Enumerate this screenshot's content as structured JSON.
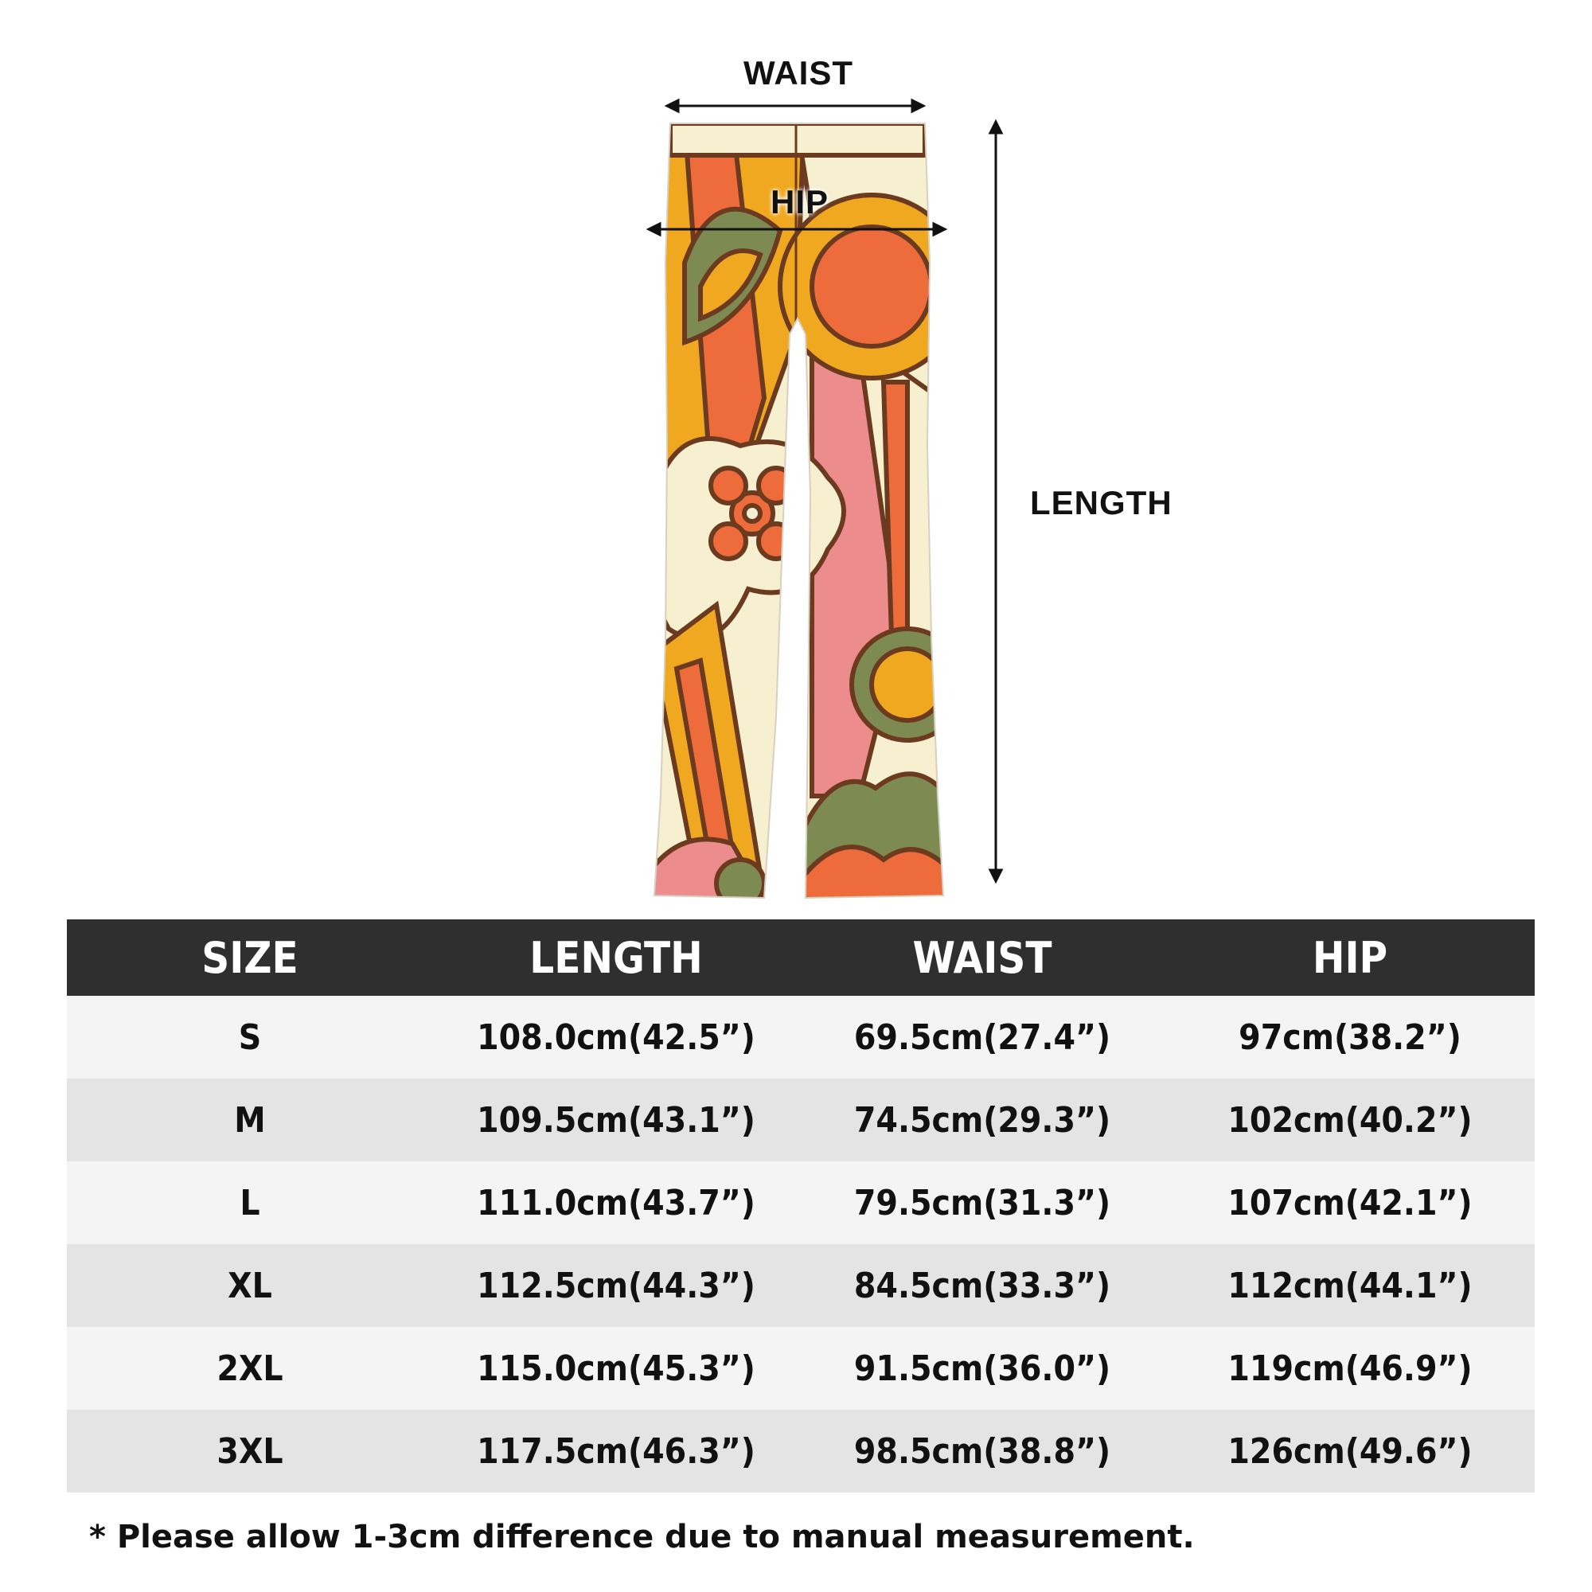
{
  "diagram": {
    "waist_label": "WAIST",
    "hip_label": "HIP",
    "length_label": "LENGTH"
  },
  "table": {
    "headers": [
      "SIZE",
      "LENGTH",
      "WAIST",
      "HIP"
    ],
    "rows": [
      [
        "S",
        "108.0cm(42.5”)",
        "69.5cm(27.4”)",
        "97cm(38.2”)"
      ],
      [
        "M",
        "109.5cm(43.1”)",
        "74.5cm(29.3”)",
        "102cm(40.2”)"
      ],
      [
        "L",
        "111.0cm(43.7”)",
        "79.5cm(31.3”)",
        "107cm(42.1”)"
      ],
      [
        "XL",
        "112.5cm(44.3”)",
        "84.5cm(33.3”)",
        "112cm(44.1”)"
      ],
      [
        "2XL",
        "115.0cm(45.3”)",
        "91.5cm(36.0”)",
        "119cm(46.9”)"
      ],
      [
        "3XL",
        "117.5cm(46.3”)",
        "98.5cm(38.8”)",
        "126cm(49.6”)"
      ]
    ]
  },
  "note": "* Please allow 1-3cm difference due to manual measurement.",
  "colors": {
    "header_bg": "#2f2f2f",
    "row_light": "#f4f4f4",
    "row_dark": "#e4e4e4",
    "pant_orange": "#ee6b3b",
    "pant_yellow": "#efa81f",
    "pant_pink": "#ec8c8c",
    "pant_cream": "#f6efd0",
    "pant_green": "#7d8a52",
    "outline": "#6b3a1f"
  }
}
